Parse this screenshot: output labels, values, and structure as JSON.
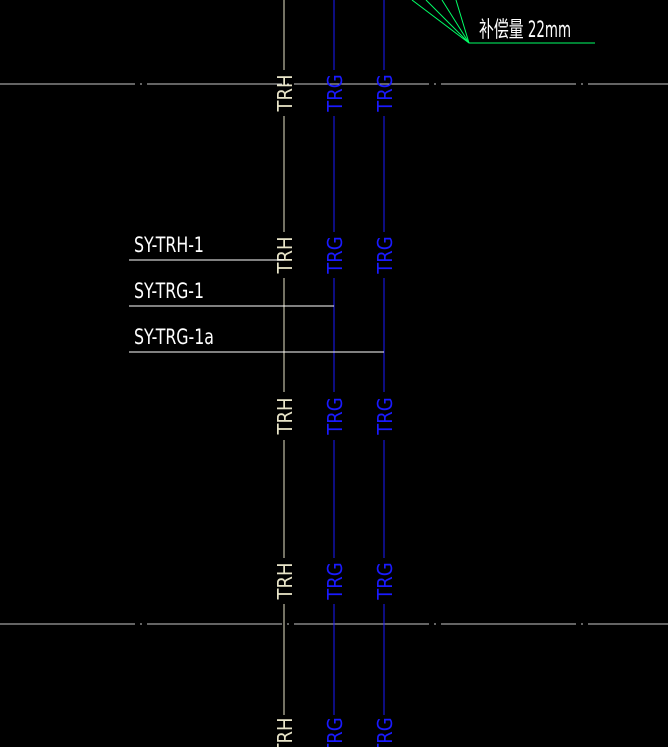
{
  "pipes": {
    "trh_label": "TRH",
    "trg_label": "TRG"
  },
  "leaders": {
    "trh": "SY-TRH-1",
    "trg": "SY-TRG-1",
    "trg_a": "SY-TRG-1a"
  },
  "annotation": {
    "compensation": "补偿量 22mm"
  },
  "colors": {
    "background": "#000000",
    "trh_pipe": "#e8e4c8",
    "trg_pipe": "#1a1aff",
    "leader": "#ffffff",
    "center_line": "#c8c8c8",
    "annotation_leader": "#00ff66"
  }
}
